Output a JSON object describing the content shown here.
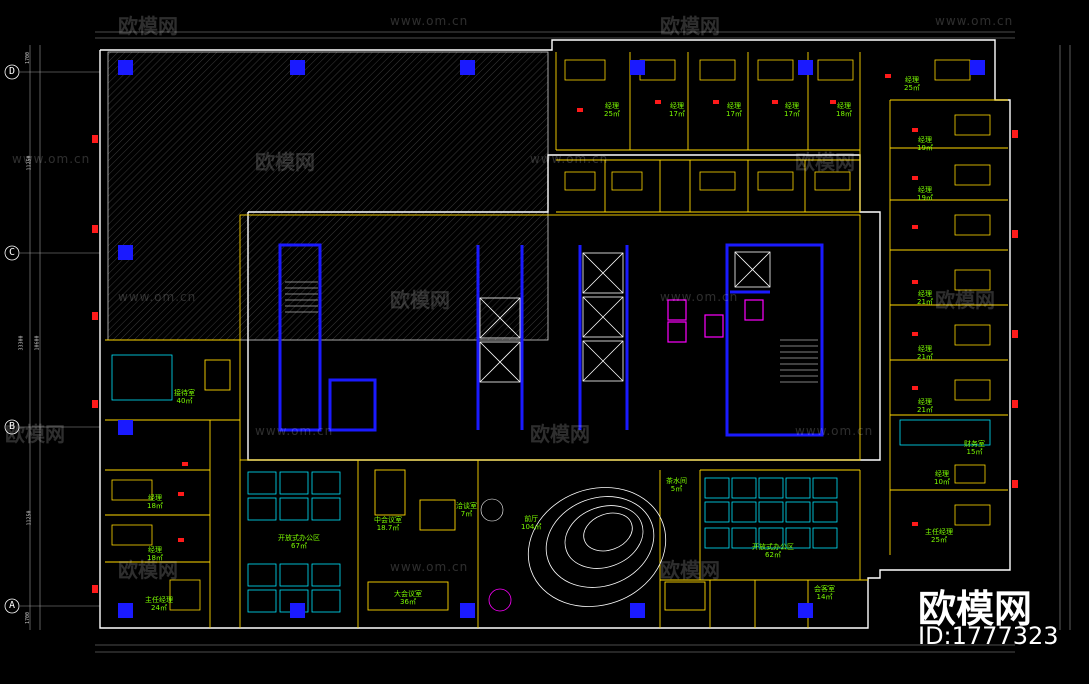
{
  "watermark": {
    "brand": "欧模网",
    "url": "www.om.cn",
    "id_text": "ID:1777323"
  },
  "grid_axes": {
    "left_row_labels": [
      "D",
      "C",
      "B",
      "A"
    ],
    "left_dims": [
      "1700",
      "11250",
      "10600",
      "33300",
      "11250",
      "1700"
    ]
  },
  "rooms": [
    {
      "name": "经理",
      "area": "25㎡"
    },
    {
      "name": "经理",
      "area": "17㎡"
    },
    {
      "name": "经理",
      "area": "17㎡"
    },
    {
      "name": "经理",
      "area": "17㎡"
    },
    {
      "name": "经理",
      "area": "18㎡"
    },
    {
      "name": "经理",
      "area": "25㎡"
    },
    {
      "name": "经理",
      "area": "19㎡"
    },
    {
      "name": "经理",
      "area": "19㎡"
    },
    {
      "name": "经理",
      "area": "21㎡"
    },
    {
      "name": "经理",
      "area": "21㎡"
    },
    {
      "name": "经理",
      "area": "21㎡"
    },
    {
      "name": "接待室",
      "area": "40㎡"
    },
    {
      "name": "经理",
      "area": "18㎡"
    },
    {
      "name": "经理",
      "area": "18㎡"
    },
    {
      "name": "主任经理",
      "area": "24㎡"
    },
    {
      "name": "开放式办公区",
      "area": "67㎡"
    },
    {
      "name": "中会议室",
      "area": "18.7㎡"
    },
    {
      "name": "大会议室",
      "area": "36㎡"
    },
    {
      "name": "前厅",
      "area": "104㎡"
    },
    {
      "name": "开放式办公区",
      "area": "62㎡"
    },
    {
      "name": "会客室",
      "area": "14㎡"
    },
    {
      "name": "经理",
      "area": "10㎡"
    },
    {
      "name": "主任经理",
      "area": "25㎡"
    },
    {
      "name": "财务室",
      "area": "15㎡"
    },
    {
      "name": "洽谈室",
      "area": "7㎡"
    },
    {
      "name": "茶水间",
      "area": "5㎡"
    }
  ],
  "colors": {
    "background": "#000000",
    "wall_blue": "#1a1aff",
    "wall_white": "#ffffff",
    "furniture_yellow": "#ffd700",
    "furniture_cyan": "#00e5ff",
    "red_marker": "#ff1a1a",
    "magenta": "#ff00ff",
    "label_green": "#7CFC00"
  }
}
